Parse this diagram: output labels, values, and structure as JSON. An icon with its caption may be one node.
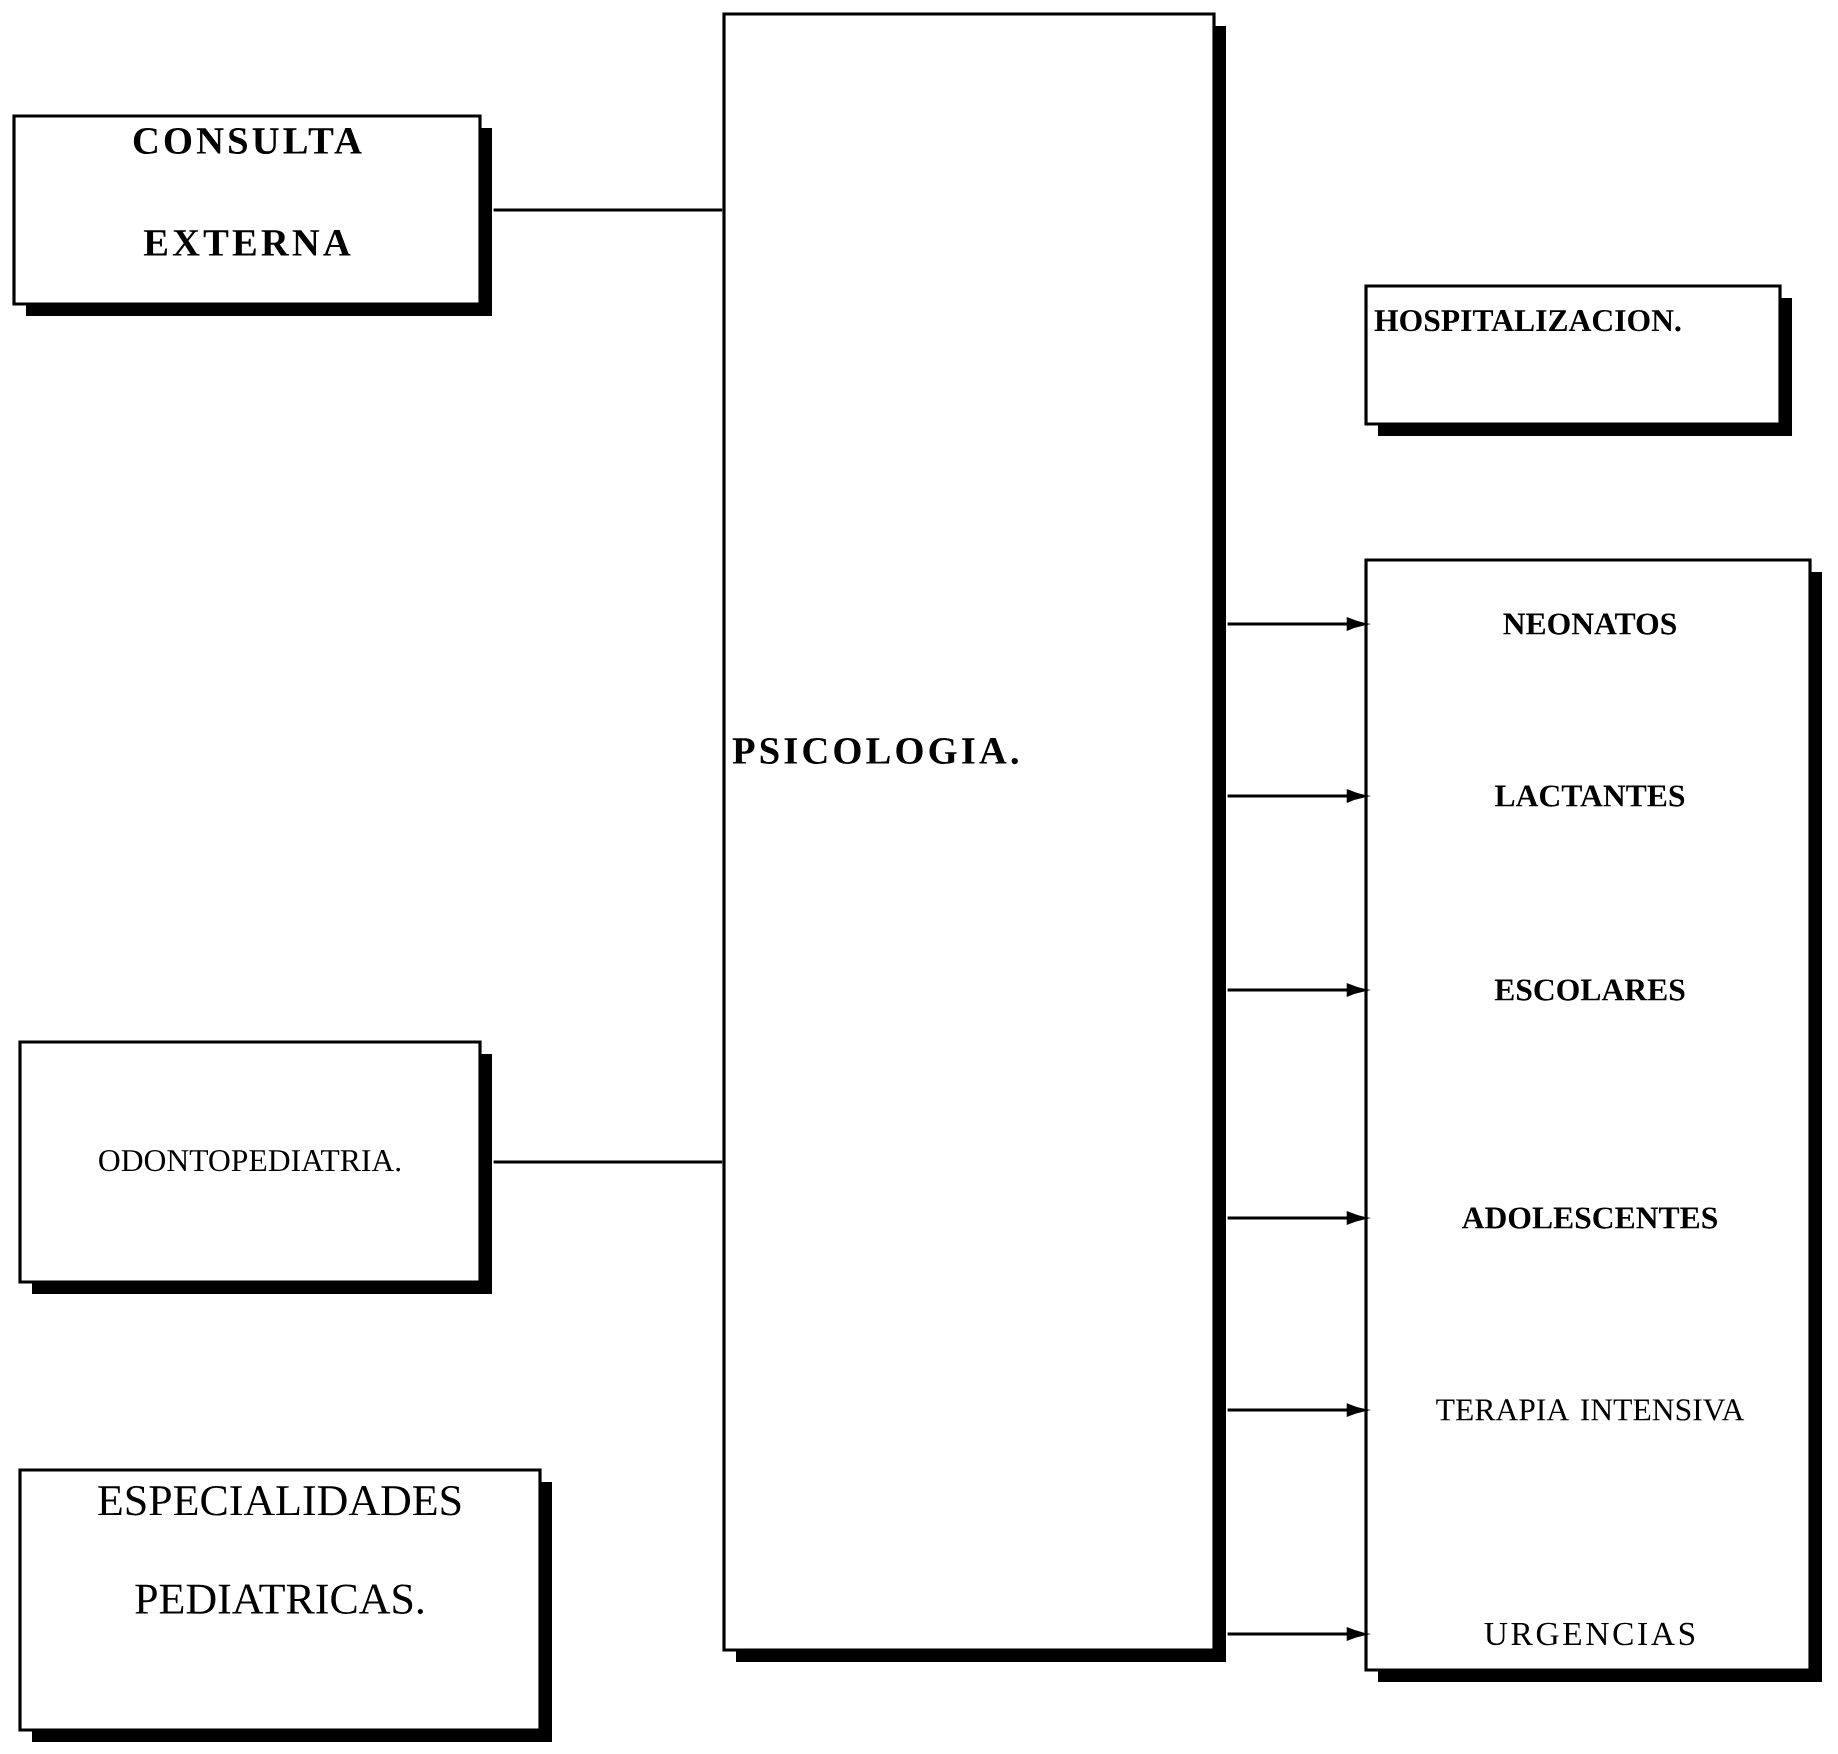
{
  "diagram": {
    "nodes": [
      {
        "text": [
          "CONSULTA EXTERNA"
        ]
      },
      {
        "text": [
          "PSICOLOGIA."
        ]
      },
      {
        "text": [
          "HOSPITALIZACION."
        ]
      },
      {
        "text": [
          "ODONTOPEDIATRIA."
        ]
      },
      {
        "text": [
          "ESPECIALIDADES PEDIATRICAS."
        ]
      },
      {
        "text": [],
        "shape": "box"
      },
      {
        "text": [
          "NEONATOS"
        ],
        "in": 5
      },
      {
        "text": [
          "LACTANTES"
        ],
        "in": 5
      },
      {
        "text": [
          "ESCOLARES"
        ],
        "in": 5
      },
      {
        "text": [
          "ADOLESCENTES"
        ],
        "in": 5
      },
      {
        "text": [
          "TERAPIA INTENSIVA"
        ],
        "in": 5
      },
      {
        "text": [
          "URGENCIAS"
        ],
        "in": 5
      }
    ],
    "edges": [
      {
        "from": 0,
        "to": 1,
        "arrow": "none"
      },
      {
        "from": 3,
        "to": 1,
        "arrow": "none"
      },
      {
        "from": 1,
        "to": 6,
        "arrow": "to"
      },
      {
        "from": 1,
        "to": 7,
        "arrow": "to"
      },
      {
        "from": 1,
        "to": 8,
        "arrow": "to"
      },
      {
        "from": 1,
        "to": 9,
        "arrow": "to"
      },
      {
        "from": 1,
        "to": 10,
        "arrow": "to"
      },
      {
        "from": 1,
        "to": 11,
        "arrow": "to"
      }
    ]
  }
}
